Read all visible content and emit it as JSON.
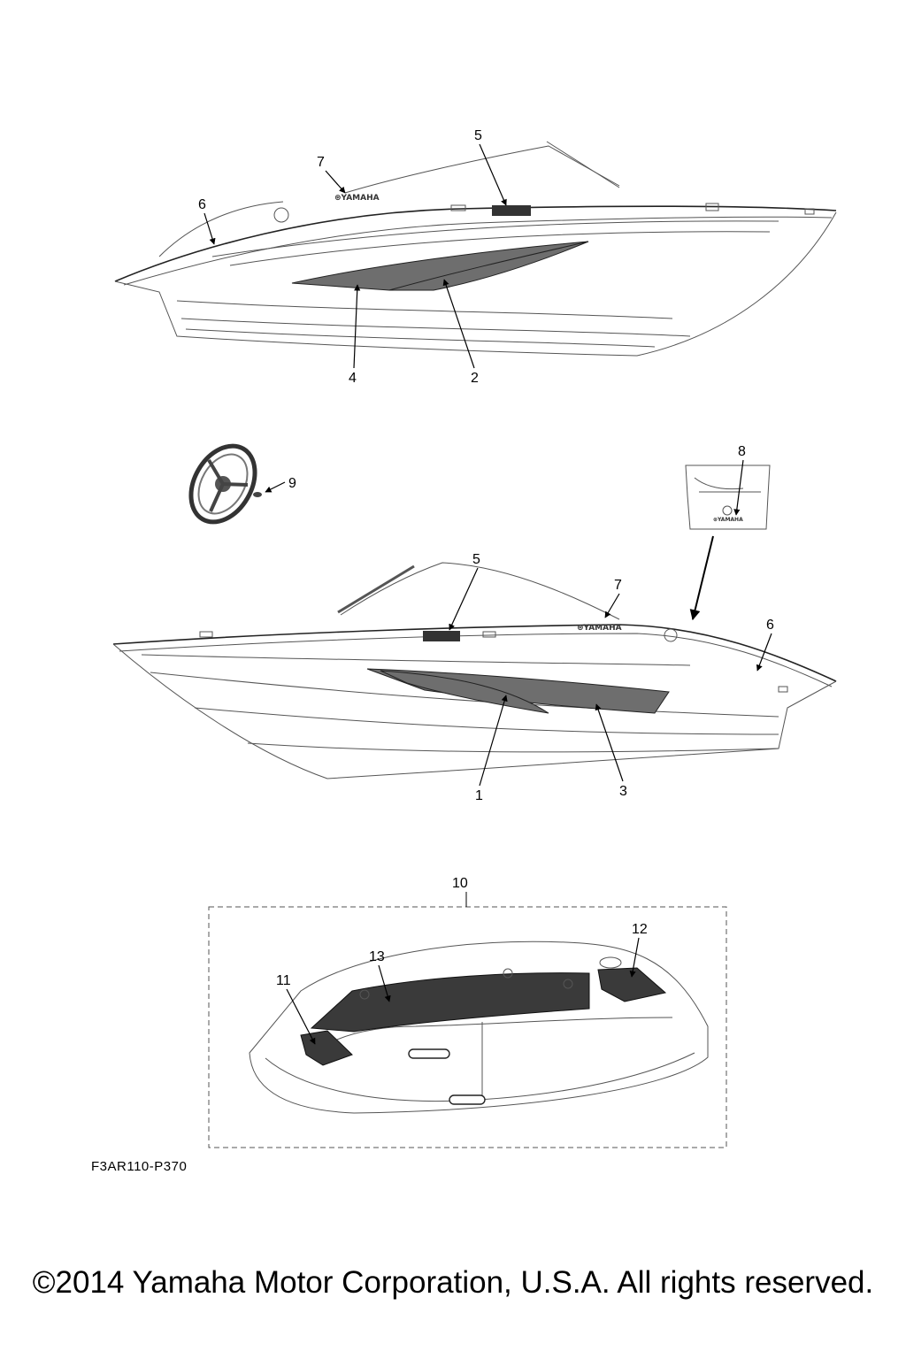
{
  "callouts": {
    "top": {
      "c5": "5",
      "c7": "7",
      "c6": "6",
      "c4": "4",
      "c2": "2"
    },
    "middle": {
      "c9": "9",
      "c8": "8",
      "c5": "5",
      "c7": "7",
      "c6": "6",
      "c1": "1",
      "c3": "3"
    },
    "bottom": {
      "c10": "10",
      "c11": "11",
      "c12": "12",
      "c13": "13"
    }
  },
  "diagram_code": "F3AR110-P370",
  "copyright": "©2014 Yamaha Motor Corporation, U.S.A. All rights reserved."
}
